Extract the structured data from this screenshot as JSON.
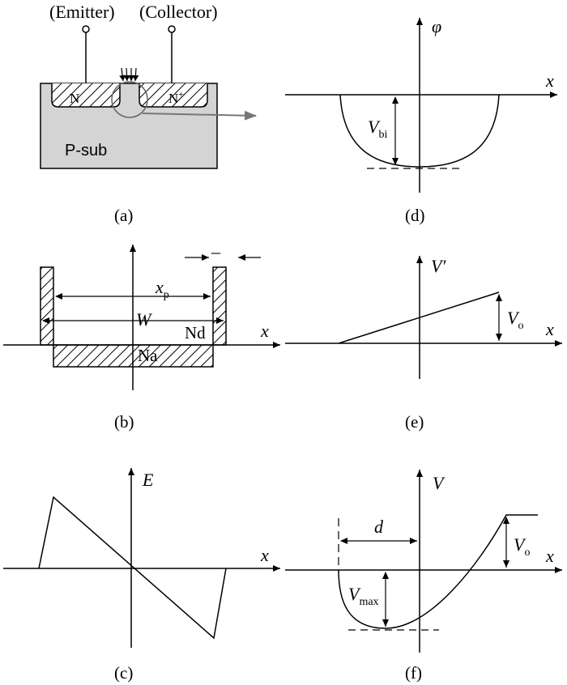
{
  "panels": {
    "a": {
      "caption": "(a)",
      "emitter": "(Emitter)",
      "collector": "(Collector)",
      "left_region": "N",
      "right_region": "N",
      "right_sup": "+",
      "substrate": "P-sub"
    },
    "b": {
      "caption": "(b)",
      "xaxis": "x",
      "xp": "x",
      "xp_sub": "p",
      "w": "W",
      "nd": "Nd",
      "na": "Na",
      "mark": "–"
    },
    "c": {
      "caption": "(c)",
      "xaxis": "x",
      "yaxis": "E"
    },
    "d": {
      "caption": "(d)",
      "xaxis": "x",
      "yaxis": "φ",
      "vbi": "V",
      "vbi_sub": "bi"
    },
    "e": {
      "caption": "(e)",
      "xaxis": "x",
      "yaxis": "V′",
      "vo": "V",
      "vo_sub": "o"
    },
    "f": {
      "caption": "(f)",
      "xaxis": "x",
      "yaxis": "V",
      "d": "d",
      "vmax": "V",
      "vmax_sub": "max",
      "vo": "V",
      "vo_sub": "o"
    }
  }
}
